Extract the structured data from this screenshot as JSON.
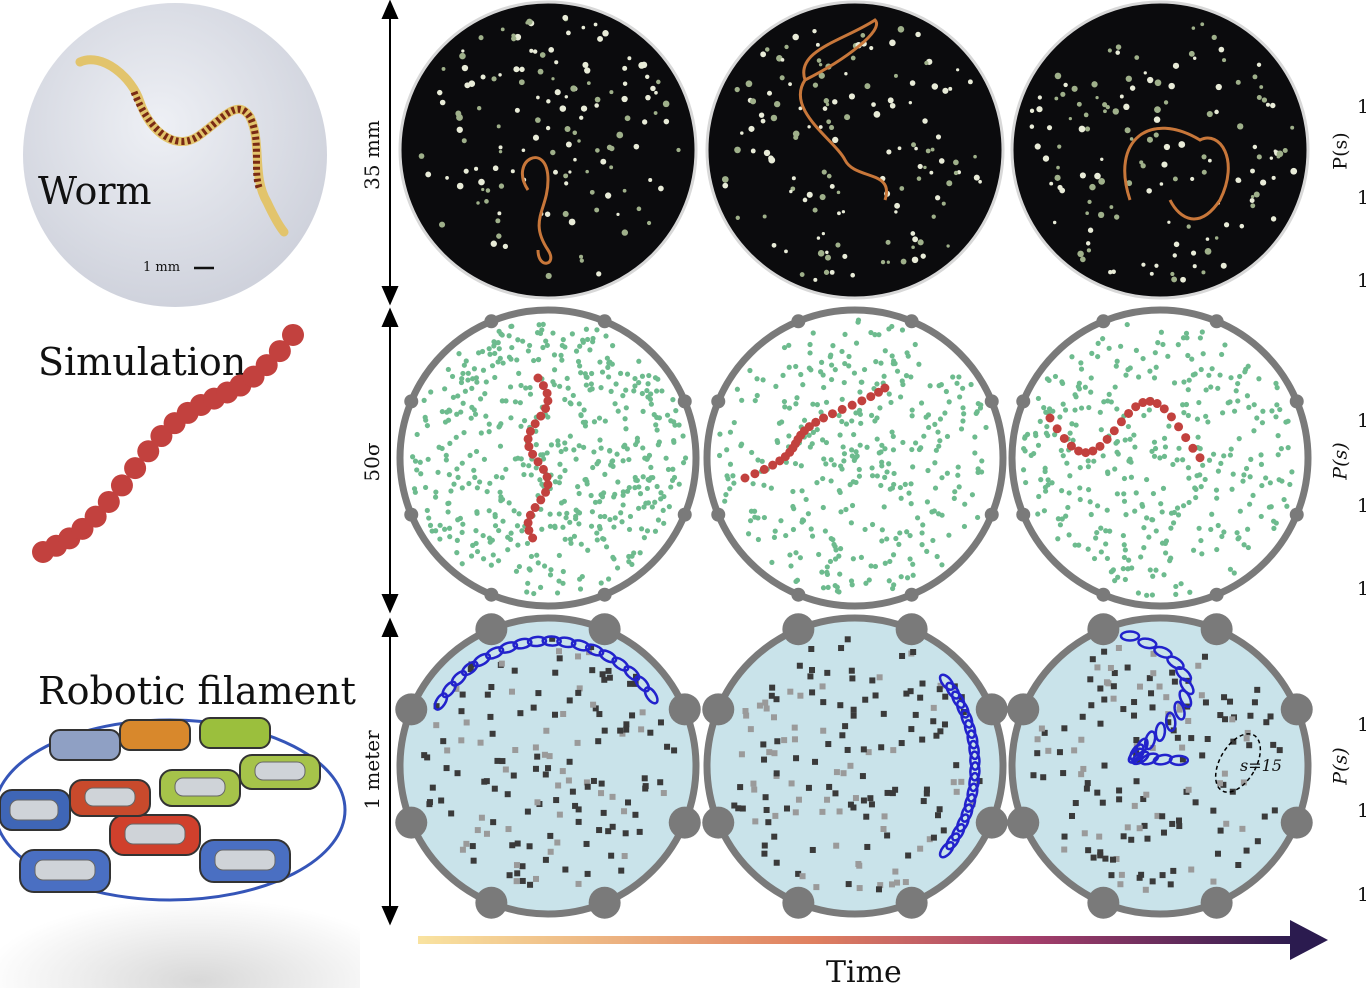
{
  "rows": {
    "worm": {
      "label": "Worm",
      "scale": "35 mm",
      "scalebar": "1 mm"
    },
    "simulation": {
      "label": "Simulation",
      "scale": "50σ"
    },
    "robotic": {
      "label": "Robotic filament",
      "scale": "1 meter",
      "annotation": "s=15"
    }
  },
  "time_axis": {
    "label": "Time"
  },
  "right_axis": {
    "label_top": "P(s)",
    "label_mid": "P(s)",
    "label_bot": "P(s)",
    "tick": "1"
  },
  "colors": {
    "worm_bg": "#0b0b0d",
    "worm_body": "#c8773a",
    "sim_particle": "#6dbb8e",
    "sim_filament": "#c2413e",
    "robot_bg": "#c9e3ea",
    "robot_filament": "#2222cc",
    "wall": "#7a7a7a",
    "gradient_start": "#f9e3a0",
    "gradient_mid": "#b8406a",
    "gradient_end": "#2b1b4f"
  }
}
